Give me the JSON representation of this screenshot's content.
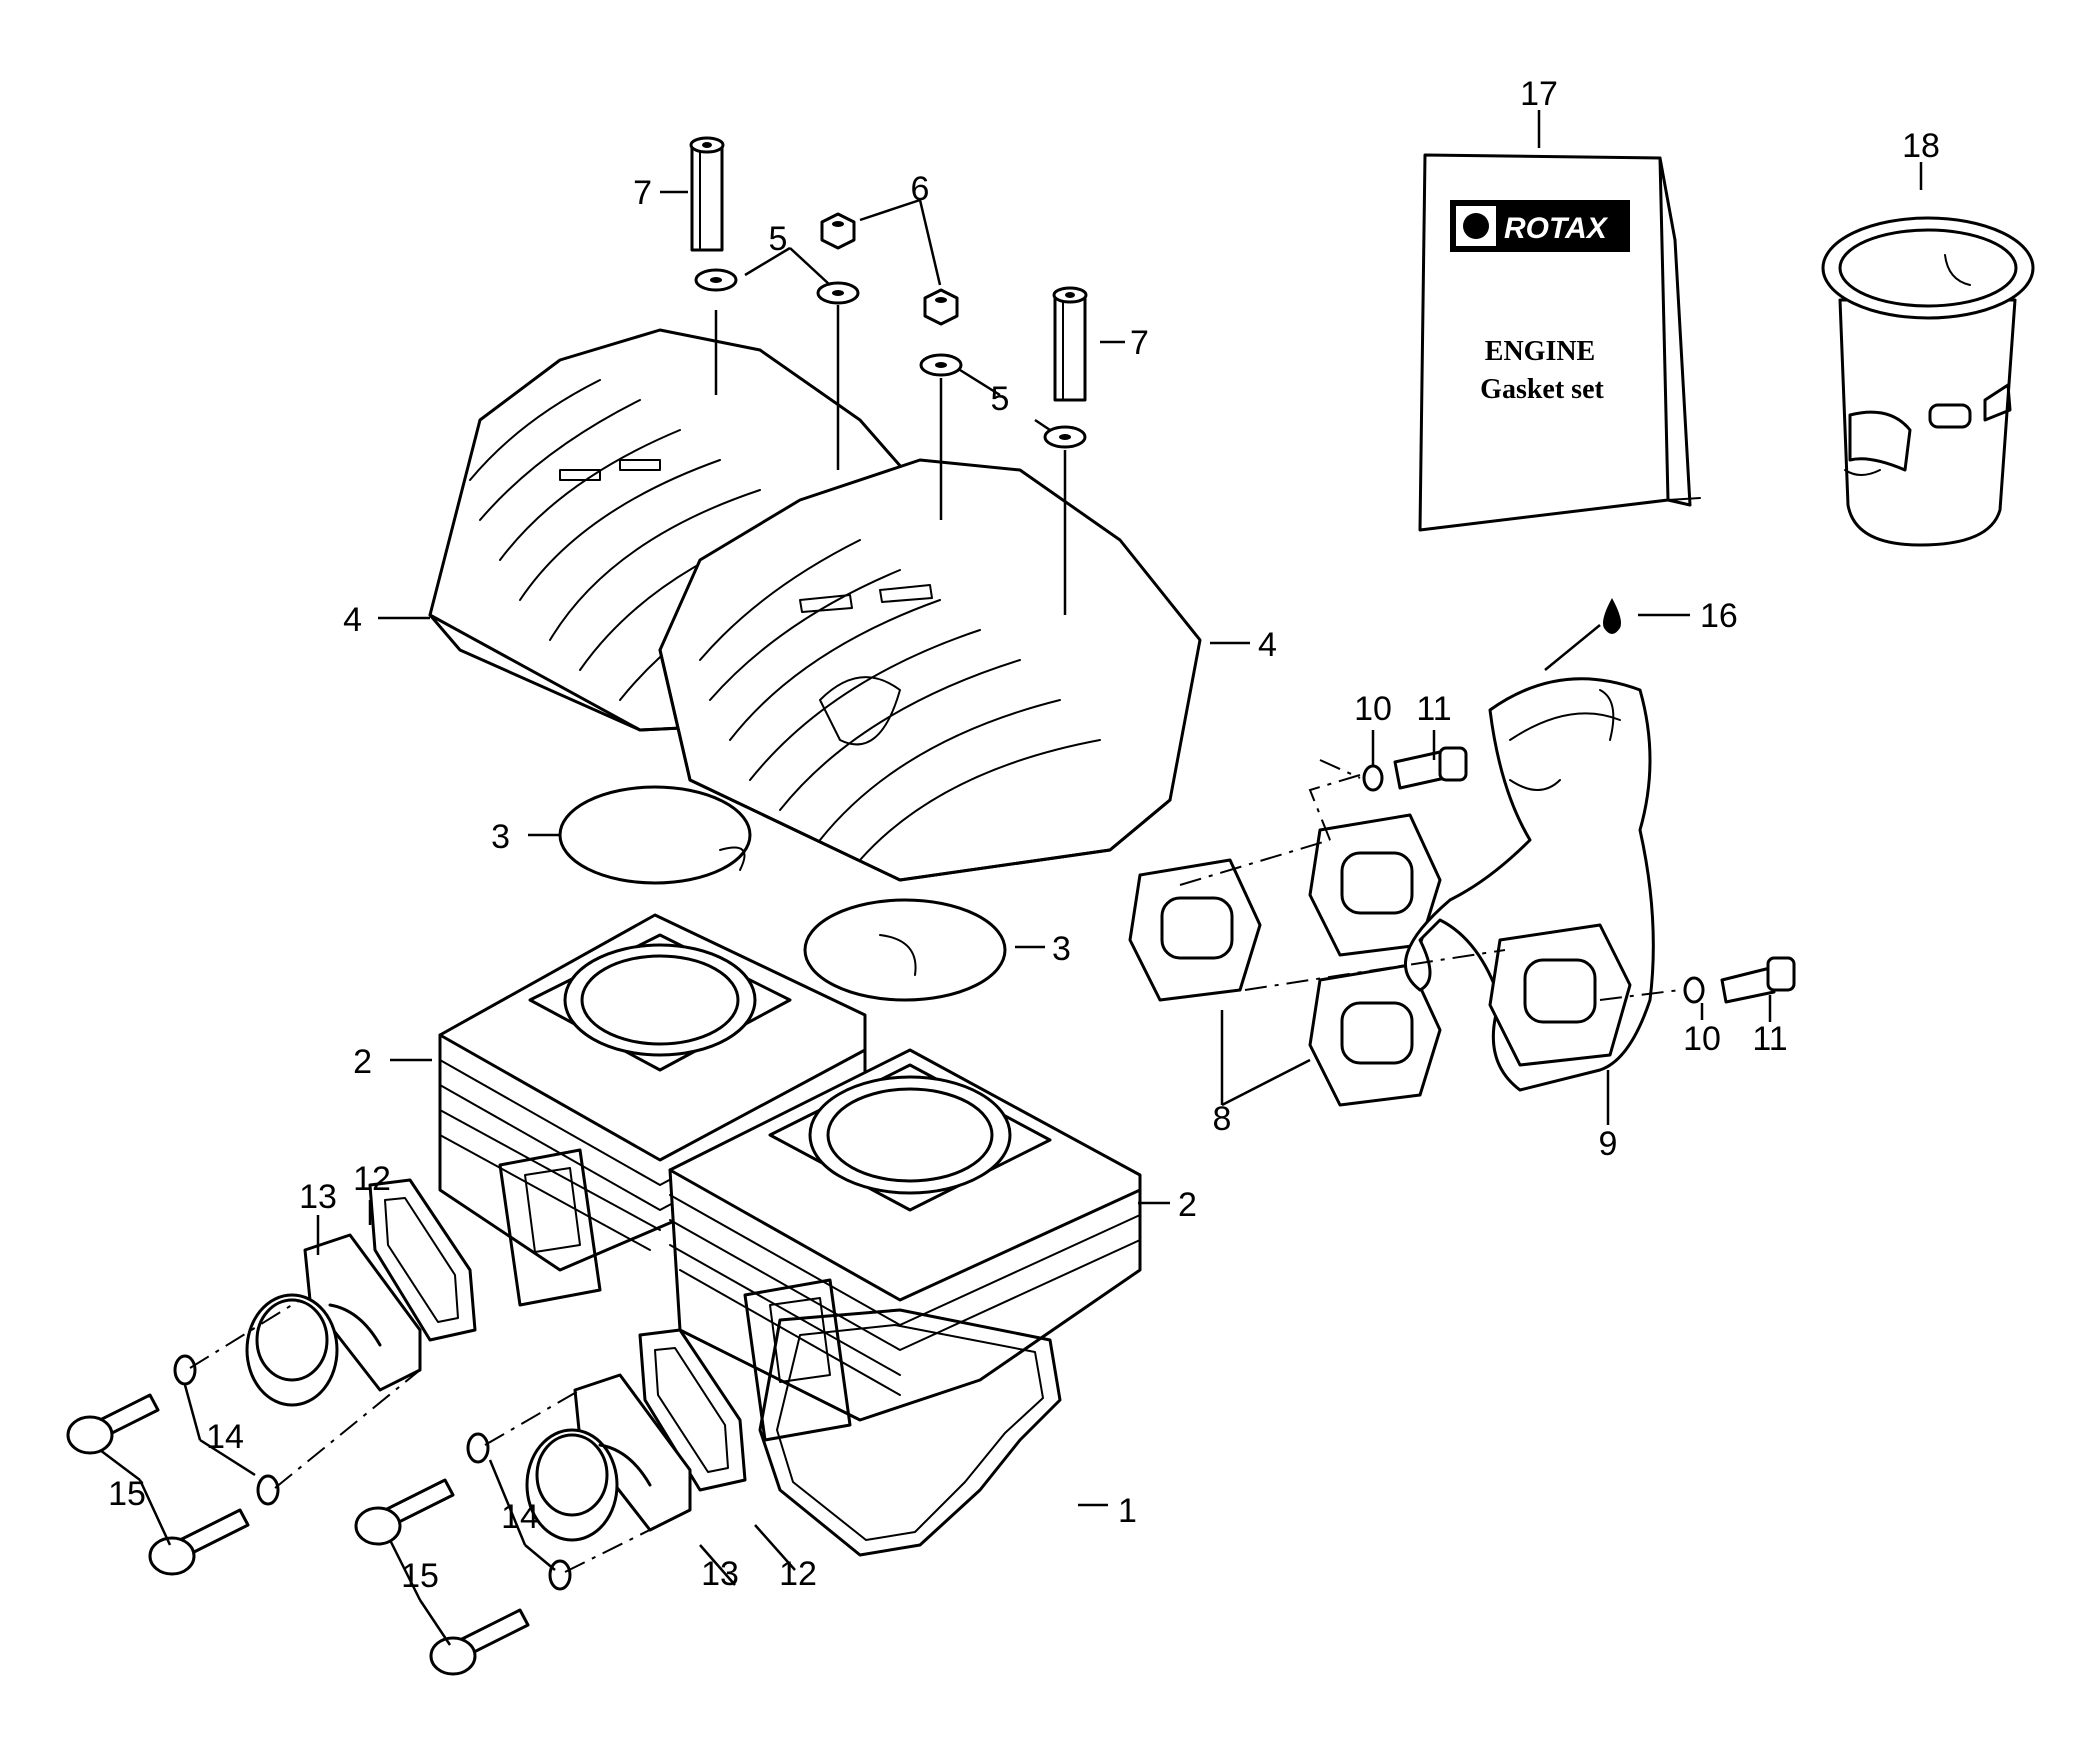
{
  "callouts": {
    "c1": "1",
    "c2a": "2",
    "c2b": "2",
    "c3a": "3",
    "c3b": "3",
    "c4a": "4",
    "c4b": "4",
    "c5a": "5",
    "c5b": "5",
    "c6": "6",
    "c7a": "7",
    "c7b": "7",
    "c8": "8",
    "c9": "9",
    "c10a": "10",
    "c10b": "10",
    "c11a": "11",
    "c11b": "11",
    "c12a": "12",
    "c12b": "12",
    "c13a": "13",
    "c13b": "13",
    "c14a": "14",
    "c14b": "14",
    "c15a": "15",
    "c15b": "15",
    "c16": "16",
    "c17": "17",
    "c18": "18"
  },
  "gasket_kit": {
    "brand": "ROTAX",
    "title_line1": "ENGINE",
    "title_line2": "Gasket set"
  },
  "icons": {
    "sealant": "oil-drop-icon"
  }
}
